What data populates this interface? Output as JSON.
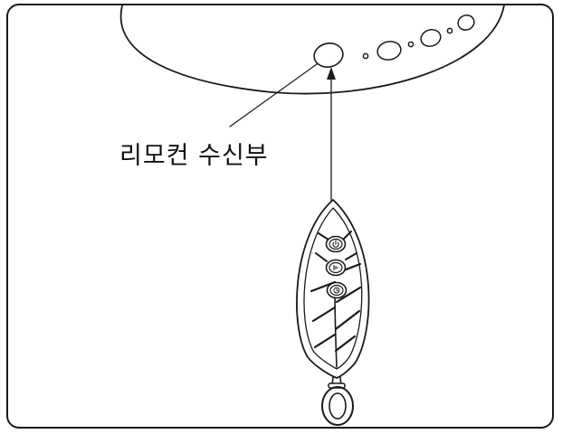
{
  "callout": {
    "label": "리모컨 수신부"
  },
  "colors": {
    "line": "#1a1a1a",
    "background": "#ffffff"
  },
  "icons": [
    "power-icon",
    "fan-speed-icon",
    "timer-icon",
    "leaf-remote-control",
    "key-ring"
  ]
}
